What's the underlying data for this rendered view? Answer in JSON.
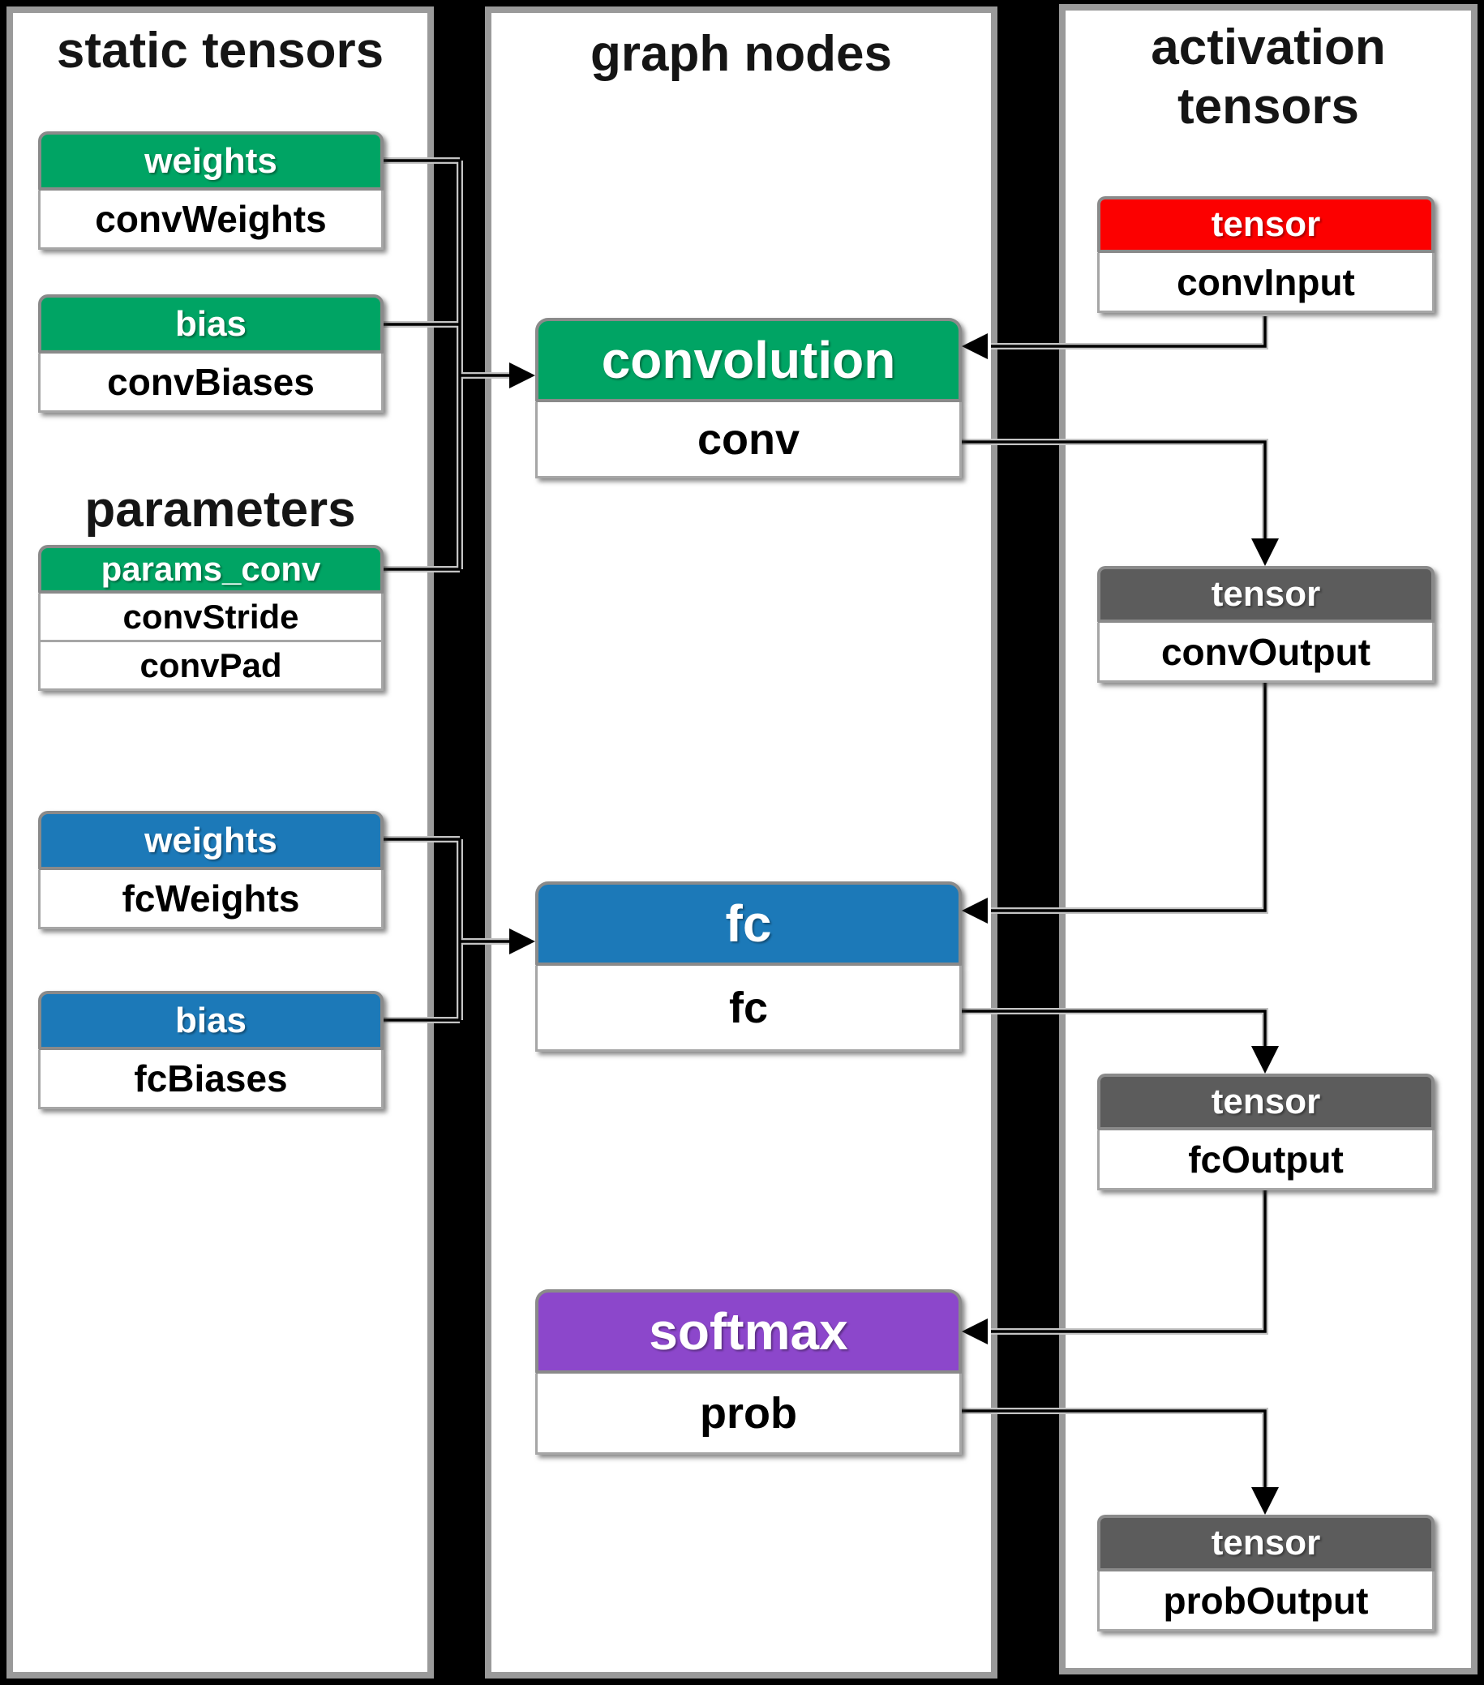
{
  "panels": {
    "static_tensors": {
      "title": "static tensors",
      "subheading": "parameters"
    },
    "graph_nodes": {
      "title": "graph nodes"
    },
    "activation_tensors": {
      "title_line1": "activation",
      "title_line2": "tensors"
    }
  },
  "colors": {
    "green": "#00A464",
    "blue": "#1C79B8",
    "red": "#FC0000",
    "purple": "#8C47CB",
    "gray": "#5C5C5C",
    "panel_border": "#9A9A9A",
    "background": "#000000",
    "wire": "#000000"
  },
  "static_tensors": [
    {
      "header": "weights",
      "rows": [
        "convWeights"
      ],
      "color_key": "green"
    },
    {
      "header": "bias",
      "rows": [
        "convBiases"
      ],
      "color_key": "green"
    },
    {
      "header": "params_conv",
      "rows": [
        "convStride",
        "convPad"
      ],
      "color_key": "green"
    },
    {
      "header": "weights",
      "rows": [
        "fcWeights"
      ],
      "color_key": "blue"
    },
    {
      "header": "bias",
      "rows": [
        "fcBiases"
      ],
      "color_key": "blue"
    }
  ],
  "graph_nodes": [
    {
      "header": "convolution",
      "label": "conv",
      "color_key": "green"
    },
    {
      "header": "fc",
      "label": "fc",
      "color_key": "blue"
    },
    {
      "header": "softmax",
      "label": "prob",
      "color_key": "purple"
    }
  ],
  "activation_tensors": [
    {
      "header": "tensor",
      "label": "convInput",
      "color_key": "red"
    },
    {
      "header": "tensor",
      "label": "convOutput",
      "color_key": "gray"
    },
    {
      "header": "tensor",
      "label": "fcOutput",
      "color_key": "gray"
    },
    {
      "header": "tensor",
      "label": "probOutput",
      "color_key": "gray"
    }
  ],
  "edges": [
    {
      "from": "weights (convWeights)",
      "to": "convolution"
    },
    {
      "from": "bias (convBiases)",
      "to": "convolution"
    },
    {
      "from": "params_conv",
      "to": "convolution"
    },
    {
      "from": "convInput",
      "to": "convolution"
    },
    {
      "from": "convolution (conv)",
      "to": "convOutput"
    },
    {
      "from": "convOutput",
      "to": "fc"
    },
    {
      "from": "weights (fcWeights)",
      "to": "fc"
    },
    {
      "from": "bias (fcBiases)",
      "to": "fc"
    },
    {
      "from": "fc (fc)",
      "to": "fcOutput"
    },
    {
      "from": "fcOutput",
      "to": "softmax"
    },
    {
      "from": "softmax (prob)",
      "to": "probOutput"
    }
  ]
}
